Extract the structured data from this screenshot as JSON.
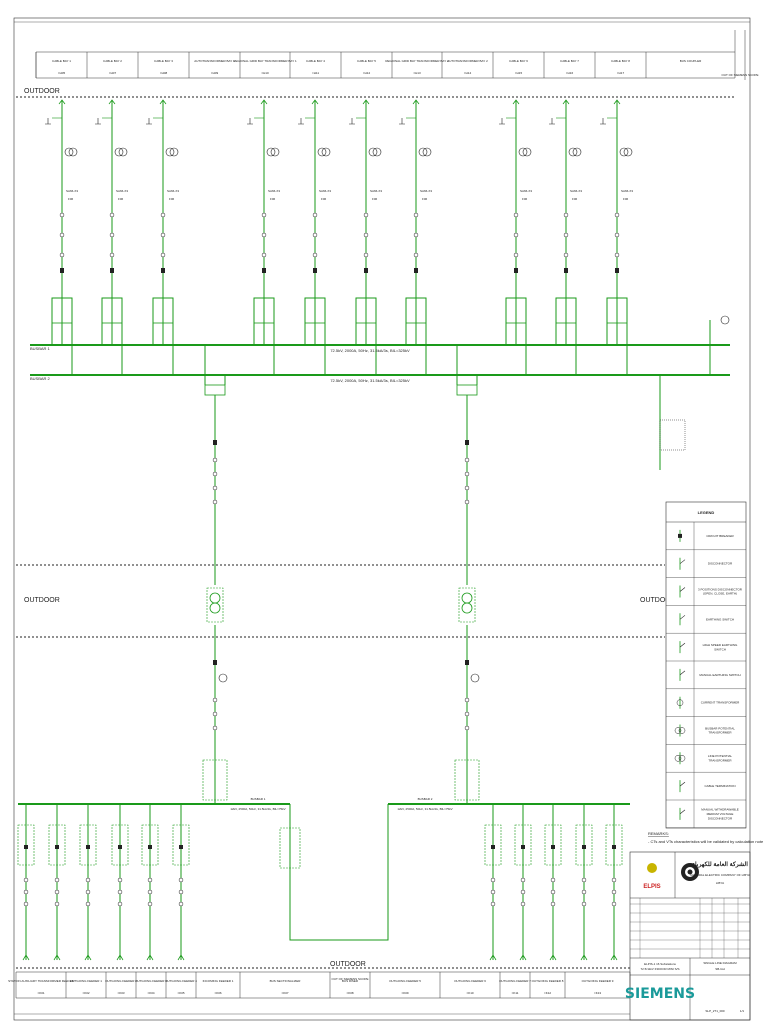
{
  "header_bays": [
    {
      "title": "CABLE BAY 1",
      "code": "=H05"
    },
    {
      "title": "CABLE BAY 2",
      "code": "=H07"
    },
    {
      "title": "CABLE BAY 3",
      "code": "=H08"
    },
    {
      "title": "AUTOTRANSFORMER BAY 1",
      "code": "=H09"
    },
    {
      "title": "REGIONAL GRID BAY TRANSFORMER BAY 1",
      "code": "=H10"
    },
    {
      "title": "CABLE BAY 4",
      "code": "=H11"
    },
    {
      "title": "CABLE BAY 5",
      "code": "=H12"
    },
    {
      "title": "REGIONAL GRID BAY TRANSFORMER BAY 2",
      "code": "=H13"
    },
    {
      "title": "AUTOTRANSFORMER BAY 2",
      "code": "=H14"
    },
    {
      "title": "CABLE BAY 6",
      "code": "=H15"
    },
    {
      "title": "CABLE BAY 7",
      "code": "=H16"
    },
    {
      "title": "CABLE BAY 8",
      "code": "=H17"
    },
    {
      "title": "BUS COUPLER",
      "code": ""
    }
  ],
  "scope_top": "OUT OF SIEMENS SCOPE",
  "outdoor_top": "OUTDOOR",
  "busbar1_label": "BUSBAR 1",
  "busbar2_label": "BUSBAR 2",
  "busbar1_rating": "72.5kV, 2000A, 50Hz, 31.5kA/3s, BIL=325kV",
  "busbar2_rating": "72.5kV, 2000A, 50Hz, 31.5kA/3s, BIL=325kV",
  "surge_label": "SA66-X3",
  "surge_sub": "F06",
  "outdoor_mid_left": "OUTDOOR",
  "outdoor_mid_right": "OUTDOOR",
  "lower_busbar_label": "BUSBAR 1",
  "lower_busbar2_label": "BUSBAR 2",
  "lower_busbar_rating": "12kV, 2500A, 50Hz, 31.5kA/3s, BIL=75kV",
  "lower_busbar2_rating": "12kV, 2500A, 50Hz, 31.5kA/3s, BIL=75kV",
  "outdoor_bottom": "OUTDOOR",
  "scope_bottom": "OUT OF SIEMENS SCOPE",
  "bottom_bays": [
    {
      "title": "STATION AUXILIARY TRANSFORMER FEEDER",
      "code": "=K01"
    },
    {
      "title": "OUTGOING FEEDER 1",
      "code": "=K02"
    },
    {
      "title": "OUTGOING FEEDER 2",
      "code": "=K03"
    },
    {
      "title": "OUTGOING FEEDER 3",
      "code": "=K04"
    },
    {
      "title": "OUTGOING FEEDER 4",
      "code": "=K05"
    },
    {
      "title": "INCOMING FEEDER 1",
      "code": "=K06"
    },
    {
      "title": "BUS SECTIONALIZER",
      "code": "=K07"
    },
    {
      "title": "BUS RISER",
      "code": "=K08"
    },
    {
      "title": "OUTGOING FEEDER 5",
      "code": "=K09"
    },
    {
      "title": "OUTGOING FEEDER 6",
      "code": "=K10"
    },
    {
      "title": "OUTGOING FEEDER 7",
      "code": "=K11"
    },
    {
      "title": "OUTGOING FEEDER 8",
      "code": "=K12"
    },
    {
      "title": "OUTGOING FEEDER 9",
      "code": "=K13"
    }
  ],
  "legend": {
    "title": "LEGEND",
    "items": [
      "CIRCUIT BREAKER",
      "DISCONNECTOR",
      "3 POSITIONS DISCONNECTOR (OPEN, CLOSE, EARTH)",
      "EARTHING SWITCH",
      "HIGH SPEED EARTHING SWITCH",
      "MANUAL EARTHING SWITCH",
      "CURRENT TRANSFORMER",
      "BUSBAR POTENTIAL TRANSFORMER",
      "LINE POTENTIAL TRANSFORMER",
      "CABLE TERMINATION",
      "MANUAL WITHDRAWABLE MEDIUM VOLTAGE DISCONNECTOR"
    ]
  },
  "remarks_title": "REMARKS:",
  "remarks_text": "- CTs and VTs characteristics will be validated by calculation note",
  "gecol": {
    "arabic": "الشركة العامة للكهرباء",
    "name": "GENERAL ELECTRIC COMPANY OF LIBYA",
    "city": "LIBYA"
  },
  "elpis": "ELPIS",
  "project_line1": "ELPIS-1 16 Substations",
  "project_line2": "72.5/11kV INDOOR MINI S/S",
  "drawing_title1": "SINGLE LINE DIAGRAM",
  "drawing_title2": "SB-GH",
  "siemens": "SIEMENS",
  "drawing_no": "SLP_2T1_000",
  "sheet": "1/1",
  "colors": {
    "line": "#1a9a1a",
    "siemens": "#1a9a9a",
    "elpis": "#cc2222"
  }
}
